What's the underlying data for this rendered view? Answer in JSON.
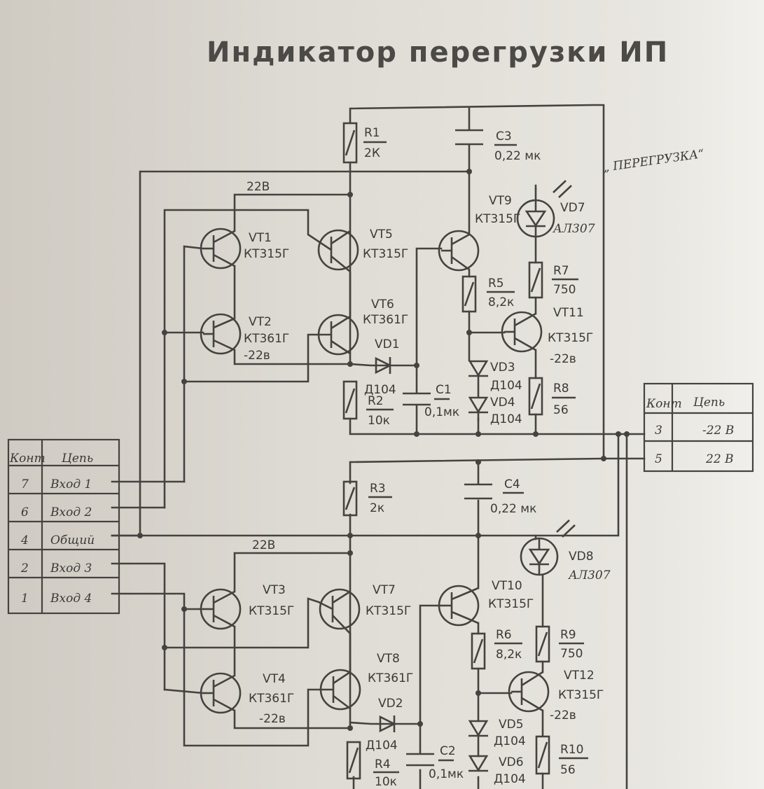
{
  "title": "Индикатор перегрузки ИП",
  "overload_label": "„ ПЕРЕГРУЗКА“",
  "left_table": {
    "headers": [
      "Конт",
      "Цепь"
    ],
    "rows": [
      {
        "pin": "7",
        "net": "Вход 1"
      },
      {
        "pin": "6",
        "net": "Вход 2"
      },
      {
        "pin": "4",
        "net": "Общий"
      },
      {
        "pin": "2",
        "net": "Вход 3"
      },
      {
        "pin": "1",
        "net": "Вход 4"
      }
    ]
  },
  "right_table": {
    "headers": [
      "Конт",
      "Цепь"
    ],
    "rows": [
      {
        "pin": "3",
        "net": "-22 В"
      },
      {
        "pin": "5",
        "net": "22 В"
      }
    ]
  },
  "nets": {
    "v_pos_top": "22В",
    "v_pos_bottom": "22В"
  },
  "components": {
    "R1": {
      "ref": "R1",
      "value": "2К"
    },
    "R2": {
      "ref": "R2",
      "value": "10к"
    },
    "R3": {
      "ref": "R3",
      "value": "2к"
    },
    "R4": {
      "ref": "R4",
      "value": "10к"
    },
    "R5": {
      "ref": "R5",
      "value": "8,2к"
    },
    "R6": {
      "ref": "R6",
      "value": "8,2к"
    },
    "R7": {
      "ref": "R7",
      "value": "750"
    },
    "R8": {
      "ref": "R8",
      "value": "56"
    },
    "R9": {
      "ref": "R9",
      "value": "750"
    },
    "R10": {
      "ref": "R10",
      "value": "56"
    },
    "C1": {
      "ref": "C1",
      "value": "0,1мк"
    },
    "C2": {
      "ref": "C2",
      "value": "0,1мк"
    },
    "C3": {
      "ref": "C3",
      "value": "0,22 мк"
    },
    "C4": {
      "ref": "C4",
      "value": "0,22 мк"
    },
    "VT1": {
      "ref": "VT1",
      "value": "КТ315Г"
    },
    "VT2": {
      "ref": "VT2",
      "value": "КТ361Г",
      "note": "-22в"
    },
    "VT3": {
      "ref": "VT3",
      "value": "КТ315Г"
    },
    "VT4": {
      "ref": "VT4",
      "value": "КТ361Г",
      "note": "-22в"
    },
    "VT5": {
      "ref": "VT5",
      "value": "КТ315Г"
    },
    "VT6": {
      "ref": "VT6",
      "value": "КТ361Г"
    },
    "VT7": {
      "ref": "VT7",
      "value": "КТ315Г"
    },
    "VT8": {
      "ref": "VT8",
      "value": "КТ361Г"
    },
    "VT9": {
      "ref": "VT9",
      "value": "КТ315Г"
    },
    "VT10": {
      "ref": "VT10",
      "value": "КТ315Г"
    },
    "VT11": {
      "ref": "VT11",
      "value": "КТ315Г",
      "note": "-22в"
    },
    "VT12": {
      "ref": "VT12",
      "value": "КТ315Г",
      "note": "-22в"
    },
    "VD1": {
      "ref": "VD1",
      "value": "Д104"
    },
    "VD2": {
      "ref": "VD2",
      "value": "Д104"
    },
    "VD3": {
      "ref": "VD3",
      "value": "Д104"
    },
    "VD4": {
      "ref": "VD4",
      "value": "Д104"
    },
    "VD5": {
      "ref": "VD5",
      "value": "Д104"
    },
    "VD6": {
      "ref": "VD6",
      "value": "Д104"
    },
    "VD7": {
      "ref": "VD7",
      "value": "АЛ307"
    },
    "VD8": {
      "ref": "VD8",
      "value": "АЛ307"
    }
  }
}
